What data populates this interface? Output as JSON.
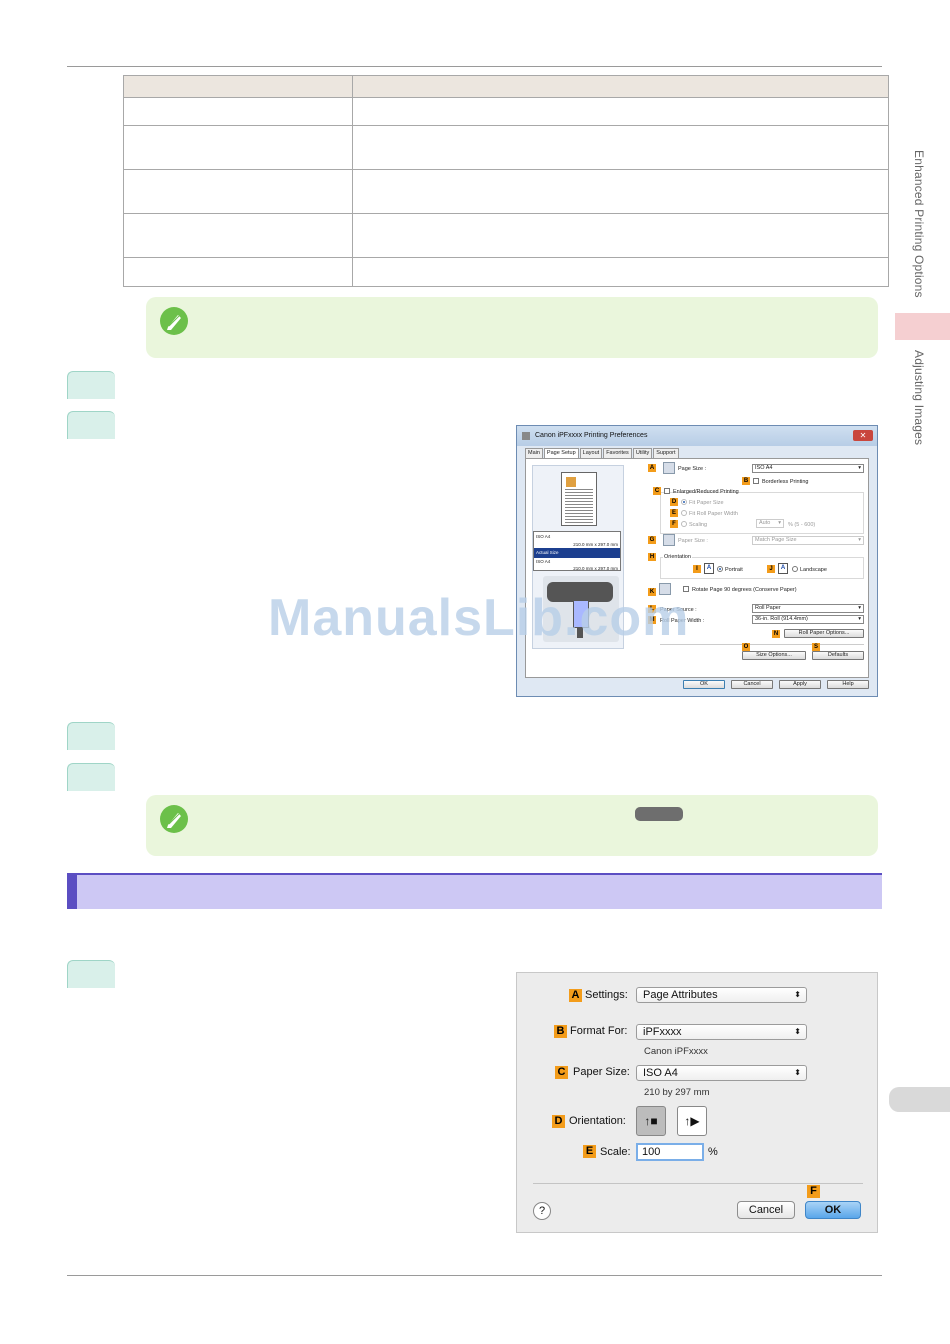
{
  "side_labels": {
    "section1": "Enhanced Printing Options",
    "section2": "Adjusting Images"
  },
  "watermark": "ManualsLib.com",
  "windows_dialog": {
    "title": "Canon iPFxxxx Printing Preferences",
    "close_label": "✕",
    "tabs": [
      "Main",
      "Page Setup",
      "Layout",
      "Favorites",
      "Utility",
      "Support"
    ],
    "preview_sizes": {
      "row1": "ISO A4",
      "row1_dims": "210.0 mm x 297.0 mm",
      "row2": "Actual Size",
      "row3": "ISO A4",
      "row3_dims": "210.0 mm x 297.0 mm"
    },
    "labels": {
      "A": "A",
      "B": "B",
      "C": "C",
      "D": "D",
      "E": "E",
      "F": "F",
      "G": "G",
      "H": "H",
      "I": "I",
      "J": "J",
      "K": "K",
      "L": "L",
      "M": "M",
      "N": "N",
      "O": "O",
      "S": "S"
    },
    "page_size_label": "Page Size :",
    "page_size_value": "ISO A4",
    "borderless_label": "Borderless Printing",
    "enlarged_label": "Enlarged/Reduced Printing",
    "fit_paper_size": "Fit Paper Size",
    "fit_roll_width": "Fit Roll Paper Width",
    "scaling_label": "Scaling",
    "scaling_value": "Auto",
    "scaling_range": "% (5 - 600)",
    "paper_size_label": "Paper Size :",
    "paper_size_value": "Match Page Size",
    "orientation_label": "Orientation",
    "portrait_label": "Portrait",
    "landscape_label": "Landscape",
    "orient_icon": "A",
    "rotate_label": "Rotate Page 90 degrees (Conserve Paper)",
    "source_label": "Paper Source :",
    "source_value": "Roll Paper",
    "roll_width_label": "Roll Paper Width :",
    "roll_width_value": "36-in. Roll (914.4mm)",
    "roll_options": "Roll Paper Options...",
    "size_options": "Size Options...",
    "defaults": "Defaults",
    "ok": "OK",
    "cancel": "Cancel",
    "apply": "Apply",
    "help": "Help"
  },
  "mac_dialog": {
    "labels": {
      "A": "A",
      "B": "B",
      "C": "C",
      "D": "D",
      "E": "E",
      "F": "F"
    },
    "settings_label": "Settings:",
    "settings_value": "Page Attributes",
    "format_label": "Format For:",
    "format_value": "iPFxxxx",
    "format_sub": "Canon iPFxxxx",
    "paper_label": "Paper Size:",
    "paper_value": "ISO A4",
    "paper_sub": "210 by 297 mm",
    "orientation_label": "Orientation:",
    "scale_label": "Scale:",
    "scale_value": "100",
    "scale_unit": "%",
    "updown_glyph": "⬍",
    "help": "?",
    "cancel": "Cancel",
    "ok": "OK"
  }
}
